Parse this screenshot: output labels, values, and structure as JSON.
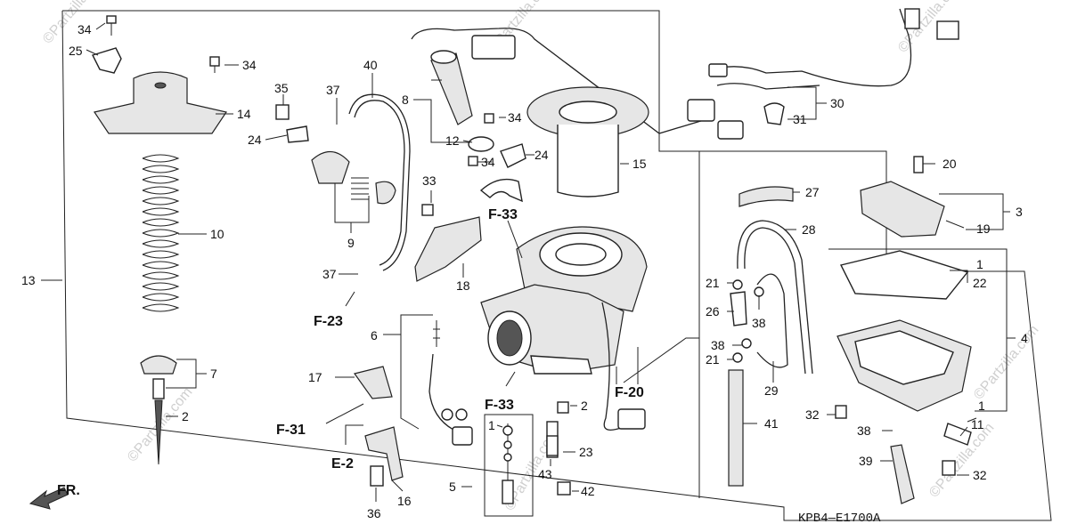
{
  "diagram": {
    "code": "KPB4—E1700A",
    "front_label": "FR.",
    "watermarks": [
      "©Partzilla.com",
      "©Partzilla.com",
      "©Partzilla.com",
      "©Partzilla.com",
      "©Partzilla.com",
      "©Partzilla.com",
      "©Partzilla.com"
    ],
    "callouts": {
      "c34a": "34",
      "c25": "25",
      "c34b": "34",
      "c14": "14",
      "c10": "10",
      "c13": "13",
      "c7": "7",
      "c2a": "2",
      "c35": "35",
      "c24a": "24",
      "c40": "40",
      "c37a": "37",
      "c9": "9",
      "c37b": "37",
      "c8": "8",
      "c12": "12",
      "c34c": "34",
      "c34d": "34",
      "c24b": "24",
      "c15": "15",
      "c33": "33",
      "c18": "18",
      "c6": "6",
      "c17": "17",
      "c16": "16",
      "c36": "36",
      "c1a": "1",
      "c5": "5",
      "c43": "43",
      "c23": "23",
      "c42": "42",
      "c2b": "2",
      "c30": "30",
      "c31": "31",
      "c20": "20",
      "c27": "27",
      "c28": "28",
      "c3": "3",
      "c19": "19",
      "c1b": "1",
      "c22": "22",
      "c21a": "21",
      "c26": "26",
      "c38a": "38",
      "c38b": "38",
      "c21b": "21",
      "c4": "4",
      "c29": "29",
      "c41": "41",
      "c32a": "32",
      "c1c": "1",
      "c11": "11",
      "c38c": "38",
      "c39": "39",
      "c32b": "32"
    },
    "refs": {
      "r_f23": "F-23",
      "r_f33a": "F-33",
      "r_f33b": "F-33",
      "r_f31": "F-31",
      "r_e2": "E-2",
      "r_f20": "F-20"
    }
  }
}
